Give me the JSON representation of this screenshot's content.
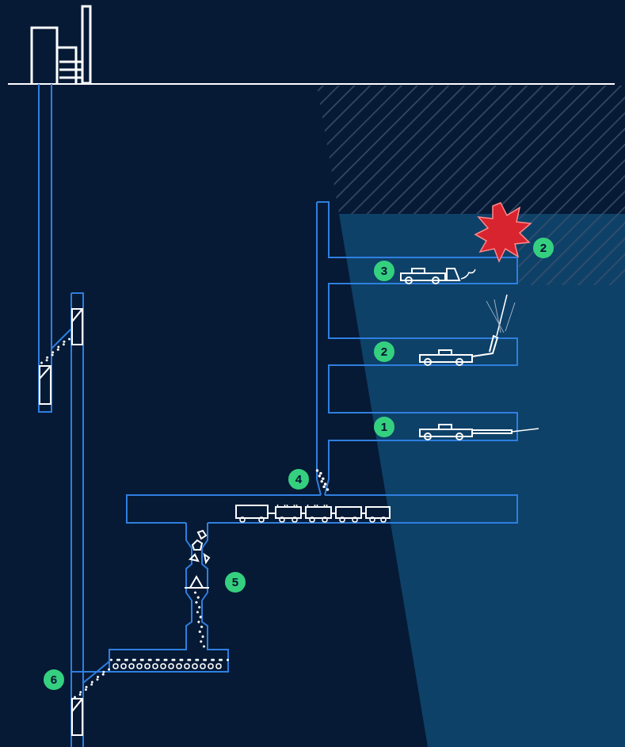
{
  "diagram": {
    "labels": [
      "2",
      "3",
      "2",
      "1",
      "4",
      "5",
      "6"
    ]
  }
}
